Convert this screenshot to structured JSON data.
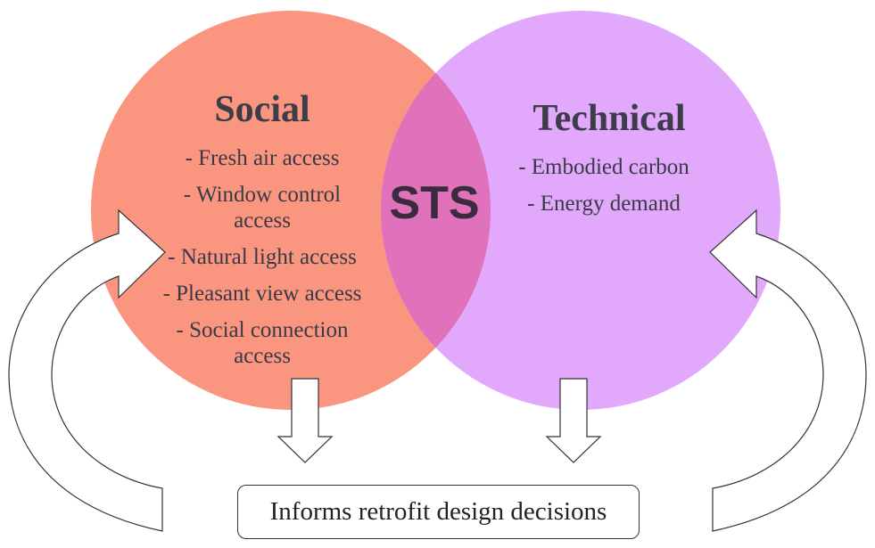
{
  "colors": {
    "social": "#fa9580",
    "technical": "#e1a8fb",
    "overlap": "#e071bb",
    "text": "#3a3a44"
  },
  "social": {
    "title": "Social",
    "items": [
      [
        "- Fresh air access"
      ],
      [
        "- Window control",
        "access"
      ],
      [
        "- Natural light access"
      ],
      [
        "- Pleasant view access"
      ],
      [
        "- Social connection",
        "access"
      ]
    ]
  },
  "technical": {
    "title": "Technical",
    "items": [
      [
        "- Embodied carbon"
      ],
      [
        "- Energy demand"
      ]
    ]
  },
  "center": {
    "label": "STS"
  },
  "result": {
    "label": "Informs retrofit design decisions"
  }
}
